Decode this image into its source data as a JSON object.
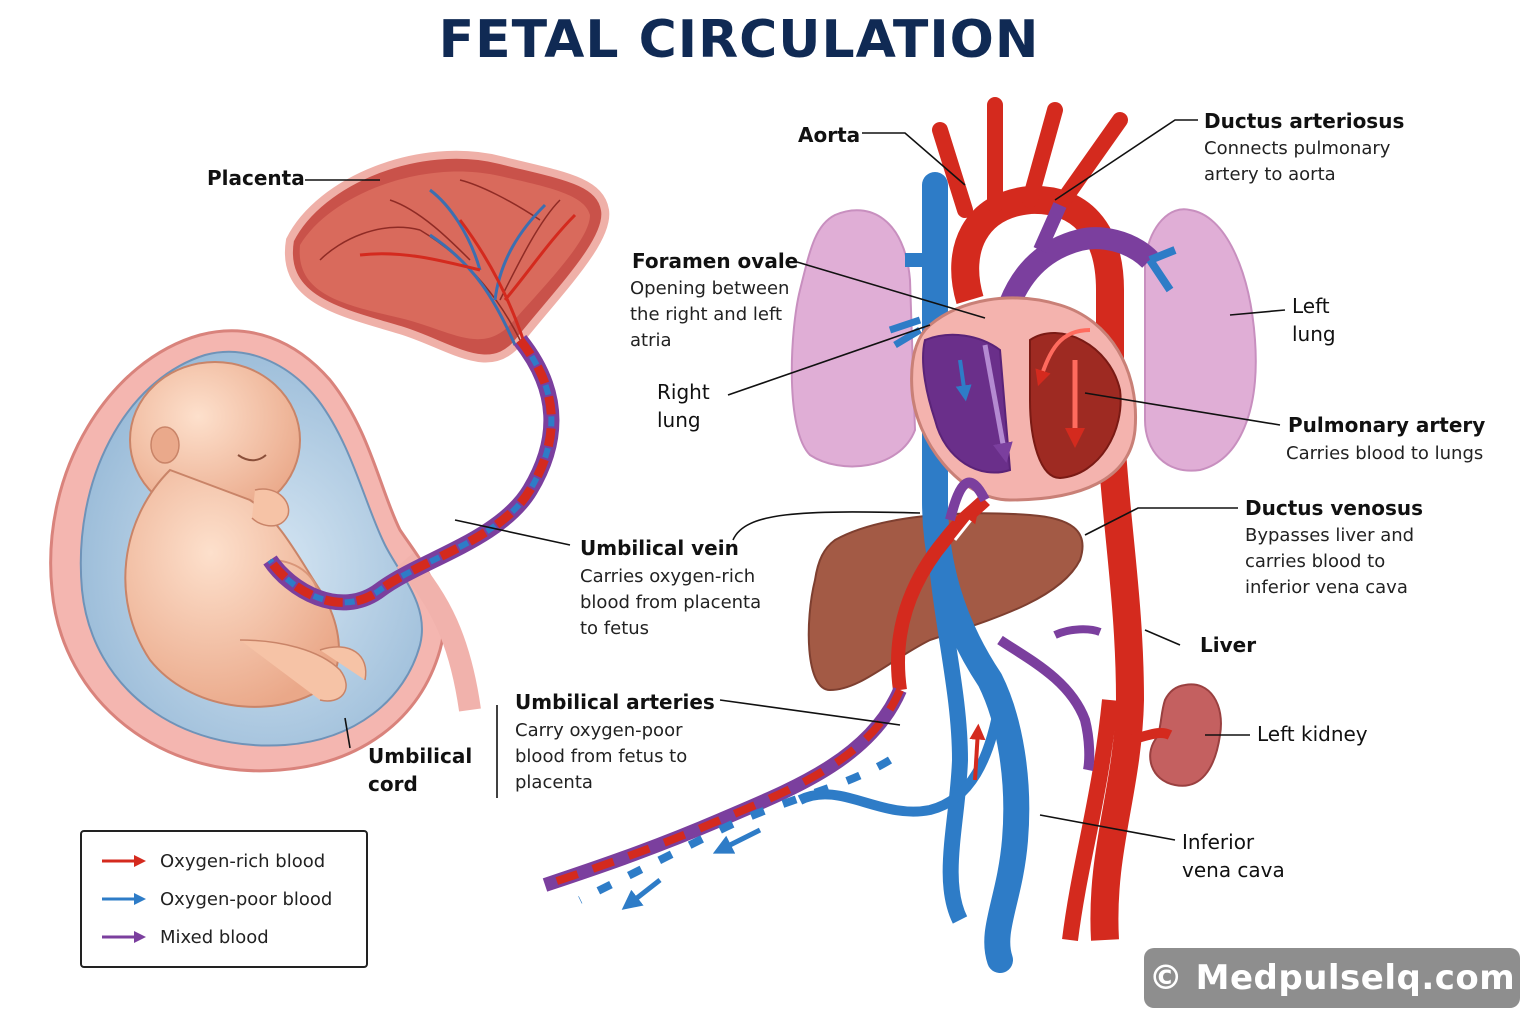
{
  "title": "FETAL CIRCULATION",
  "labels": {
    "placenta": "Placenta",
    "umbilical_cord": "Umbilical\ncord",
    "umbilical_vein": "Umbilical vein",
    "umbilical_vein_desc": "Carries oxygen-rich\nblood from placenta\nto fetus",
    "umbilical_arteries": "Umbilical arteries",
    "umbilical_arteries_desc": "Carry oxygen-poor\nblood from fetus to\nplacenta",
    "aorta": "Aorta",
    "ductus_arteriosus": "Ductus arteriosus",
    "ductus_arteriosus_desc": "Connects pulmonary\nartery to aorta",
    "foramen_ovale": "Foramen ovale",
    "foramen_ovale_desc": "Opening between\nthe right and left\natria",
    "right_lung": "Right\nlung",
    "left_lung": "Left\nlung",
    "pulmonary_artery": "Pulmonary artery",
    "pulmonary_artery_desc": "Carries blood to lungs",
    "ductus_venosus": "Ductus venosus",
    "ductus_venosus_desc": "Bypasses liver and\ncarries blood to\ninferior vena cava",
    "liver": "Liver",
    "left_kidney": "Left kidney",
    "inferior_vena_cava": "Inferior\nvena cava"
  },
  "legend": [
    {
      "label": "Oxygen-rich blood",
      "color": "#d42a1e"
    },
    {
      "label": "Oxygen-poor blood",
      "color": "#2e7cc7"
    },
    {
      "label": "Mixed blood",
      "color": "#7b3f9e"
    }
  ],
  "watermark": "© Medpulselq.com",
  "colors": {
    "title": "#102a54",
    "oxygen_rich": "#d42a1e",
    "oxygen_poor": "#2e7cc7",
    "mixed": "#7b3f9e",
    "placenta": "#c9524a",
    "lung": "#e0aed6",
    "liver": "#a35a45",
    "kidney": "#c46060",
    "amniotic": "#b9d3e8",
    "skin": "#f3c2a4"
  }
}
